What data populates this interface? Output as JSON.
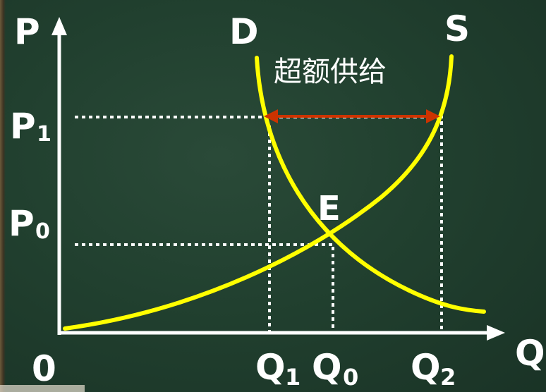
{
  "labels": {
    "p_axis": "P",
    "q_axis": "Q",
    "origin": "0",
    "demand": "D",
    "supply": "S",
    "equilibrium": "E",
    "p1_main": "P",
    "p1_sub": "1",
    "p0_main": "P",
    "p0_sub": "0",
    "q1_main": "Q",
    "q1_sub": "1",
    "q0_main": "Q",
    "q0_sub": "0",
    "q2_main": "Q",
    "q2_sub": "2",
    "excess_supply": "超额供给"
  },
  "colors": {
    "background": "#21402f",
    "curves": "#ffff00",
    "axes": "#ffffff",
    "guides": "#ffffff",
    "arrow": "#cc3300"
  }
}
